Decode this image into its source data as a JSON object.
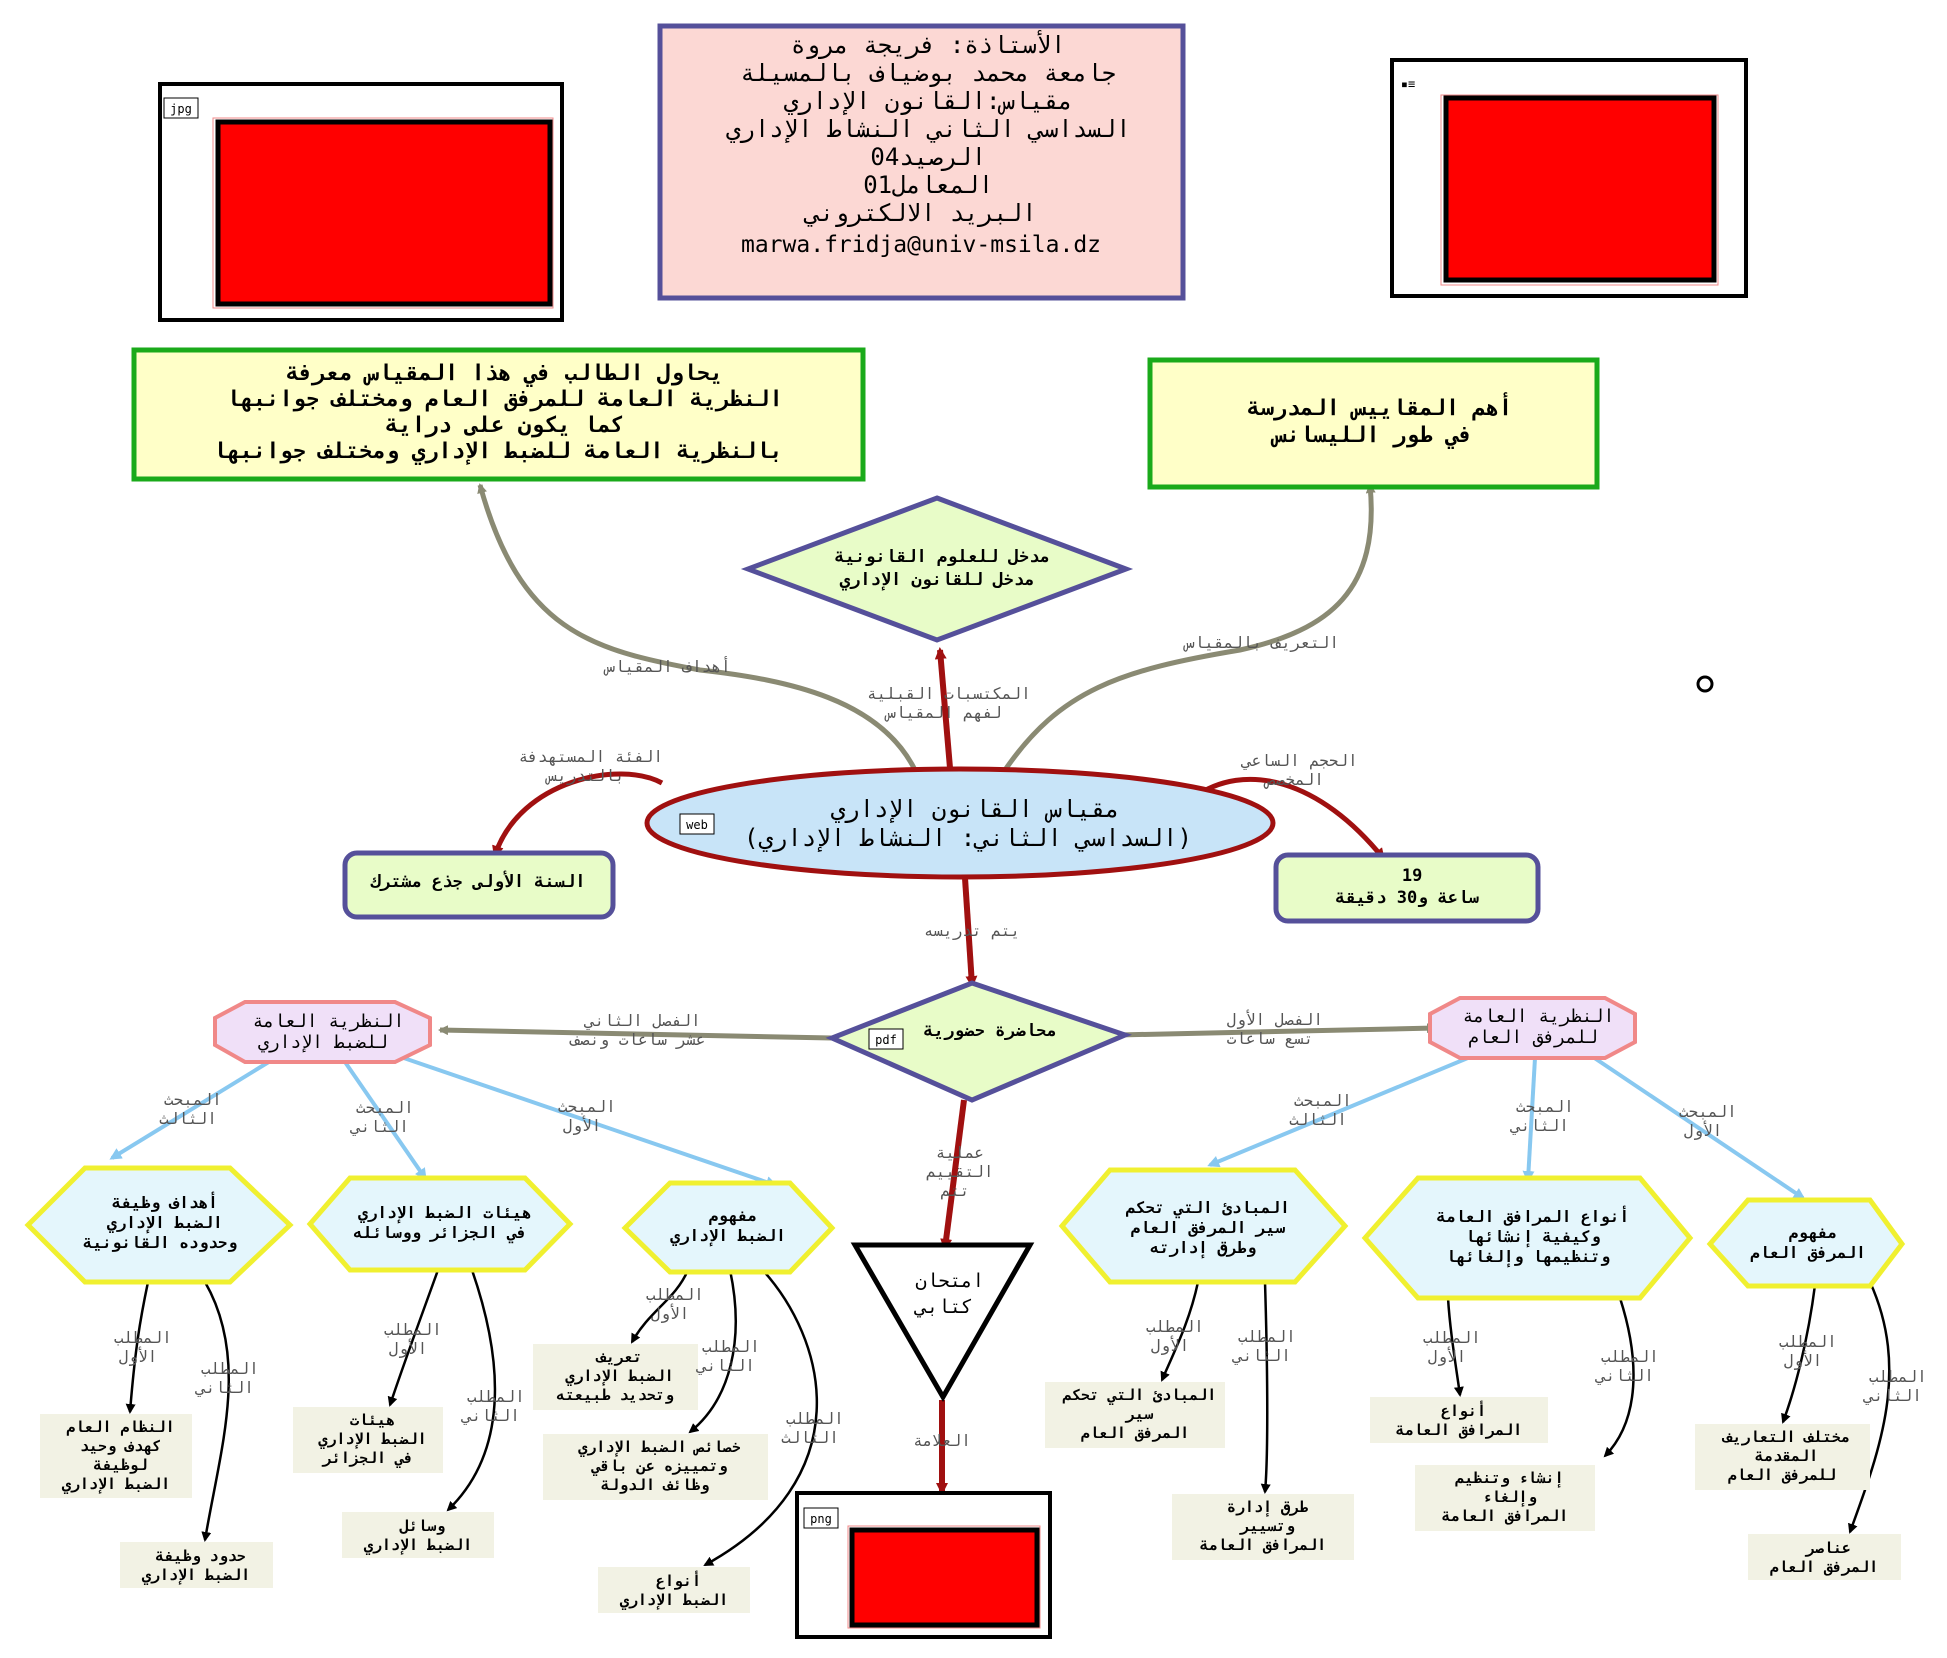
{
  "header_box": {
    "lines": [
      "الأستاذة: فريجة مروة",
      "جامعة محمد بوضياف بالمسيلة",
      "مقياس:القانون الإداري",
      "السداسي الثاني النشاط الإداري",
      "الرصيد04",
      "المعامل01",
      "البريد الالكتروني",
      "marwa.fridja@univ-msila.dz"
    ]
  },
  "attachments": {
    "jpg_tag": "jpg",
    "right_tag": "▪≡",
    "png_tag": "png",
    "web_tag": "web",
    "pdf_tag": "pdf"
  },
  "goals_box": {
    "lines": [
      "يحاول الطالب في هذا المقياس معرفة",
      "النظرية العامة للمرفق العام ومختلف جوانبها",
      "كما يكون على دراية",
      "بالنظرية العامة للضبط الإداري ومختلف جوانبها"
    ]
  },
  "definition_box": {
    "lines": [
      "أهم المقاييس المدرسة",
      "في طور الليسانس"
    ]
  },
  "prereq_diamond": {
    "lines": [
      "مدخل للعلوم القانونية",
      "مدخل للقانون الإداري"
    ]
  },
  "central": {
    "lines": [
      "مقياس القانون الإداري",
      "(السداسي الثاني: النشاط الإداري)"
    ]
  },
  "audience_box": {
    "text": "السنة الأولى جذع مشترك"
  },
  "hours_box": {
    "lines": [
      "19",
      "ساعة و30 دقيقة"
    ]
  },
  "lecture_diamond": {
    "text": "محاضرة حضورية"
  },
  "exam_triangle": {
    "lines": [
      "امتحان",
      "كتابي"
    ]
  },
  "edge_labels": {
    "goals": "أهداف المقياس",
    "definition": "التعريف بالمقياس",
    "prereq": [
      "المكتسبات القبلية",
      "لفهم المقياس"
    ],
    "audience": [
      "الفئة المستهدفة",
      "بالتدريس"
    ],
    "hours": [
      "الحجم الساعي",
      "المخصص"
    ],
    "taught": "يتم تدريسه",
    "ch2": [
      "الفصل الثاني",
      "عشر ساعات ونصف"
    ],
    "ch1": [
      "الفصل الأول",
      "تسع ساعات"
    ],
    "eval": [
      "عملية",
      "التقييم",
      "تتم"
    ],
    "grade": "العلامة",
    "m3": [
      "المبحث",
      "الثالث"
    ],
    "m2": [
      "المبحث",
      "الثاني"
    ],
    "m1": [
      "المبحث",
      "الأول"
    ],
    "s1": [
      "المطلب",
      "الأول"
    ],
    "s2": [
      "المطلب",
      "الثاني"
    ],
    "s3": [
      "المطلب",
      "الثالث"
    ]
  },
  "chapters": {
    "admin_control": [
      "النظرية العامة",
      "للضبط الإداري"
    ],
    "public_facility": [
      "النظرية العامة",
      "للمرفق العام"
    ]
  },
  "sections": {
    "ac3": [
      "أهداف وظيفة",
      "الضبط الإداري",
      "وحدوده القانونية"
    ],
    "ac2": [
      "هيئات الضبط الإداري",
      "في الجزائر ووسائله"
    ],
    "ac1": [
      "مفهوم",
      "الضبط الإداري"
    ],
    "pf3": [
      "المبادئ التي تحكم",
      "سير المرفق العام",
      "وطرق إدارته"
    ],
    "pf2": [
      "أنواع المرافق العامة",
      "وكيفية إنشائها",
      "وتنظيمها وإلغائها"
    ],
    "pf1": [
      "مفهوم",
      "المرفق العام"
    ]
  },
  "leaves": {
    "ac3_1": [
      "النظام العام",
      "كهدف وحيد",
      "لوظيفة",
      "الضبط الإداري"
    ],
    "ac3_2": [
      "حدود وظيفة",
      "الضبط الإداري"
    ],
    "ac2_1": [
      "هيئات",
      "الضبط الإداري",
      "في الجزائر"
    ],
    "ac2_2": [
      "وسائل",
      "الضبط الإداري"
    ],
    "ac1_1": [
      "تعريف",
      "الضبط الإداري",
      "وتحديد طبيعته"
    ],
    "ac1_2": [
      "خصائص الضبط الإداري",
      "وتمييزه عن باقي",
      "وظائف الدولة"
    ],
    "ac1_3": [
      "أنواع",
      "الضبط الإداري"
    ],
    "pf3_1": [
      "المبادئ التي تحكم",
      "سير",
      "المرفق العام"
    ],
    "pf3_2": [
      "طرق إدارة",
      "وتسيير",
      "المرافق العامة"
    ],
    "pf2_1": [
      "أنواع",
      "المرافق العامة"
    ],
    "pf2_2": [
      "إنشاء وتنظيم",
      "وإلغاء",
      "المرافق العامة"
    ],
    "pf1_1": [
      "مختلف التعاريف",
      "المقدمة",
      "للمرفق العام"
    ],
    "pf1_2": [
      "عناصر",
      "المرفق العام"
    ]
  },
  "colors": {
    "grey_edge": "#8a8a73",
    "red_edge": "#a01010",
    "blue_edge": "#88c8f0",
    "header_fill": "#fcd8d4",
    "yellow_box": "#ffffc8",
    "green_border": "#1aaa1a",
    "diamond_fill": "#e8fcc8",
    "diamond_border": "#55509a",
    "ellipse_fill": "#c8e4f8",
    "octagon_fill": "#f0e0f8",
    "octagon_border": "#f08888",
    "hex_fill": "#e4f6fc",
    "hex_border": "#f0f030",
    "leaf_fill": "#f2f2e4",
    "image_red": "#ff0000"
  }
}
